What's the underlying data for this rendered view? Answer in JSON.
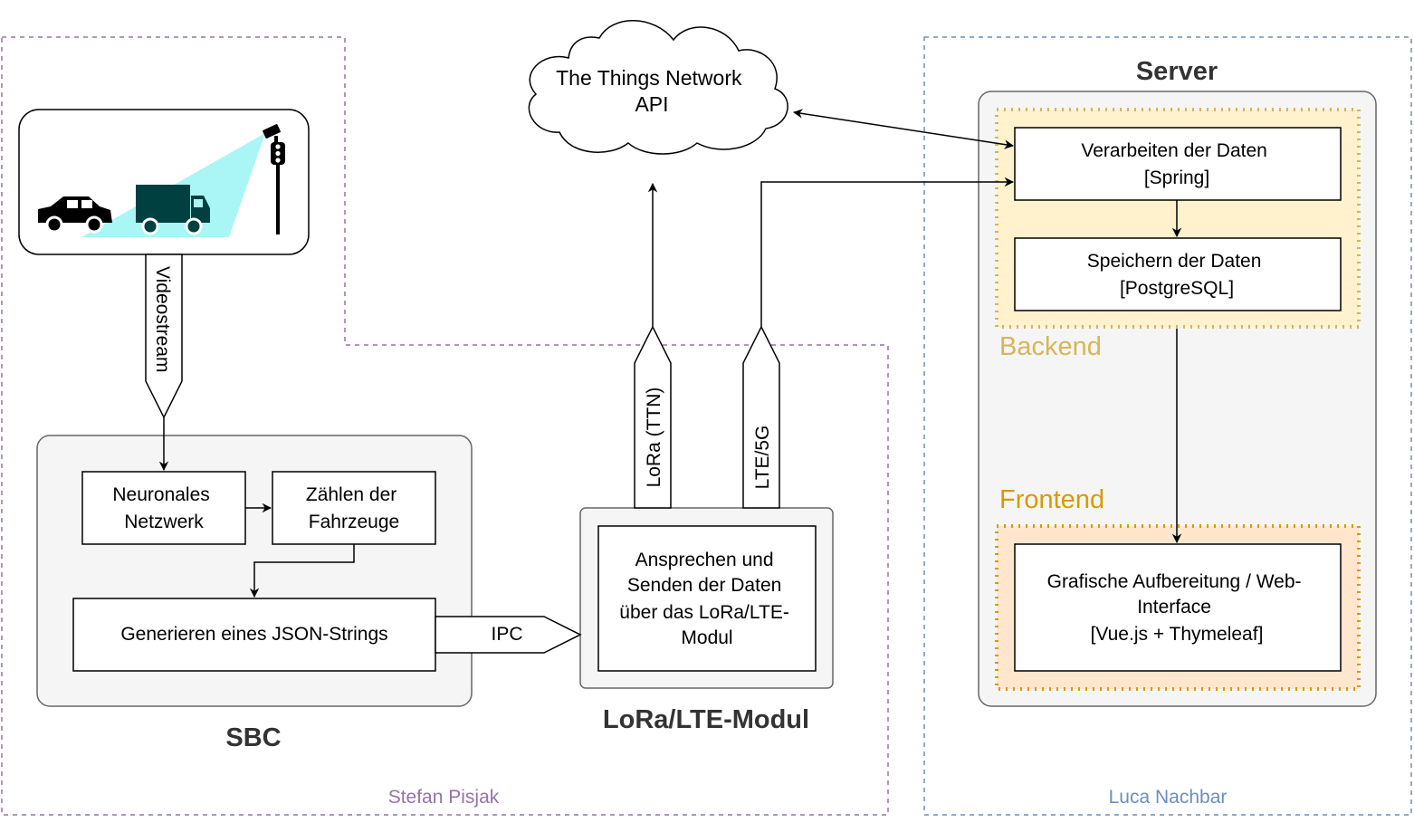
{
  "boxes": {
    "neural_network": [
      "Neuronales",
      "Netzwerk"
    ],
    "count_vehicles": [
      "Zählen der",
      "Fahrzeuge"
    ],
    "generate_json": "Generieren eines JSON-Strings",
    "send_data": [
      "Ansprechen und",
      "Senden der Daten",
      "über das LoRa/LTE-",
      "Modul"
    ],
    "process_data": [
      "Verarbeiten der Daten",
      "[Spring]"
    ],
    "store_data": [
      "Speichern der Daten",
      "[PostgreSQL]"
    ],
    "graphic_ui": [
      "Grafische Aufbereitung / Web-",
      "Interface",
      "[Vue.js + Thymeleaf]"
    ]
  },
  "groups": {
    "sbc": "SBC",
    "lora_module": "LoRa/LTE-Modul",
    "server": "Server",
    "backend": "Backend",
    "frontend": "Frontend"
  },
  "cloud": [
    "The Things Network",
    "API"
  ],
  "connections": {
    "videostream": "Videostream",
    "ipc": "IPC",
    "lora_ttn": "LoRa (TTN)",
    "lte_5g": "LTE/5G"
  },
  "authors": {
    "left": "Stefan Pisjak",
    "right": "Luca Nachbar"
  },
  "colors": {
    "purple_region": "#9673a6",
    "blue_region": "#6c8ebf",
    "backend": "#d6b656",
    "frontend": "#d79b00",
    "backend_fill": "#fff2cc",
    "frontend_fill": "#ffe6cc",
    "container_fill": "#f5f5f5",
    "camera_beam": "#aaf5f5",
    "truck": "#004040"
  }
}
